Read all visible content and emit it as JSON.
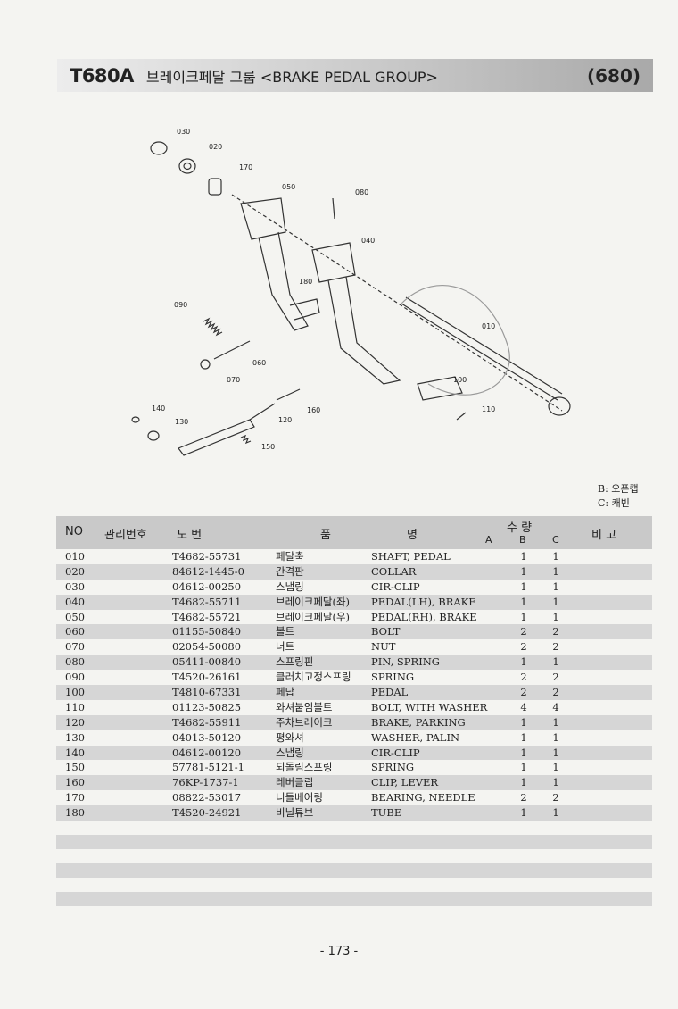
{
  "header": {
    "code": "T680A",
    "title": "브레이크페달 그룹 <BRAKE PEDAL GROUP>",
    "page_ref": "(680)"
  },
  "diagram_labels": [
    "030",
    "020",
    "170",
    "050",
    "080",
    "040",
    "180",
    "090",
    "010",
    "060",
    "070",
    "100",
    "110",
    "140",
    "130",
    "160",
    "120",
    "150"
  ],
  "legend": {
    "b": "B: 오픈캡",
    "c": "C: 캐빈"
  },
  "table": {
    "headers": {
      "no": "NO",
      "mgmt": "관리번호",
      "drawing": "도 번",
      "item": "품",
      "name": "명",
      "qty": "수 량",
      "a": "A",
      "b": "B",
      "c": "C",
      "remarks": "비 고"
    },
    "rows": [
      {
        "no": "010",
        "part": "T4682-55731",
        "kr": "페달축",
        "en": "SHAFT, PEDAL",
        "b": "1",
        "c": "1"
      },
      {
        "no": "020",
        "part": "84612-1445-0",
        "kr": "간격판",
        "en": "COLLAR",
        "b": "1",
        "c": "1"
      },
      {
        "no": "030",
        "part": "04612-00250",
        "kr": "스냅링",
        "en": "CIR-CLIP",
        "b": "1",
        "c": "1"
      },
      {
        "no": "040",
        "part": "T4682-55711",
        "kr": "브레이크페달(좌)",
        "en": "PEDAL(LH), BRAKE",
        "b": "1",
        "c": "1"
      },
      {
        "no": "050",
        "part": "T4682-55721",
        "kr": "브레이크페달(우)",
        "en": "PEDAL(RH), BRAKE",
        "b": "1",
        "c": "1"
      },
      {
        "no": "060",
        "part": "01155-50840",
        "kr": "볼트",
        "en": "BOLT",
        "b": "2",
        "c": "2"
      },
      {
        "no": "070",
        "part": "02054-50080",
        "kr": "너트",
        "en": "NUT",
        "b": "2",
        "c": "2"
      },
      {
        "no": "080",
        "part": "05411-00840",
        "kr": "스프링핀",
        "en": "PIN, SPRING",
        "b": "1",
        "c": "1"
      },
      {
        "no": "090",
        "part": "T4520-26161",
        "kr": "클러치고정스프링",
        "en": "SPRING",
        "b": "2",
        "c": "2"
      },
      {
        "no": "100",
        "part": "T4810-67331",
        "kr": "페답",
        "en": "PEDAL",
        "b": "2",
        "c": "2"
      },
      {
        "no": "110",
        "part": "01123-50825",
        "kr": "와셔붙임볼트",
        "en": "BOLT, WITH WASHER",
        "b": "4",
        "c": "4"
      },
      {
        "no": "120",
        "part": "T4682-55911",
        "kr": "주차브레이크",
        "en": "BRAKE, PARKING",
        "b": "1",
        "c": "1"
      },
      {
        "no": "130",
        "part": "04013-50120",
        "kr": "평와셔",
        "en": "WASHER, PALIN",
        "b": "1",
        "c": "1"
      },
      {
        "no": "140",
        "part": "04612-00120",
        "kr": "스냅링",
        "en": "CIR-CLIP",
        "b": "1",
        "c": "1"
      },
      {
        "no": "150",
        "part": "57781-5121-1",
        "kr": "되돌림스프링",
        "en": "SPRING",
        "b": "1",
        "c": "1"
      },
      {
        "no": "160",
        "part": "76KP-1737-1",
        "kr": "레버클립",
        "en": "CLIP, LEVER",
        "b": "1",
        "c": "1"
      },
      {
        "no": "170",
        "part": "08822-53017",
        "kr": "니들베어링",
        "en": "BEARING, NEEDLE",
        "b": "2",
        "c": "2"
      },
      {
        "no": "180",
        "part": "T4520-24921",
        "kr": "비닐튜브",
        "en": "TUBE",
        "b": "1",
        "c": "1"
      }
    ]
  },
  "page_number": "- 173 -"
}
